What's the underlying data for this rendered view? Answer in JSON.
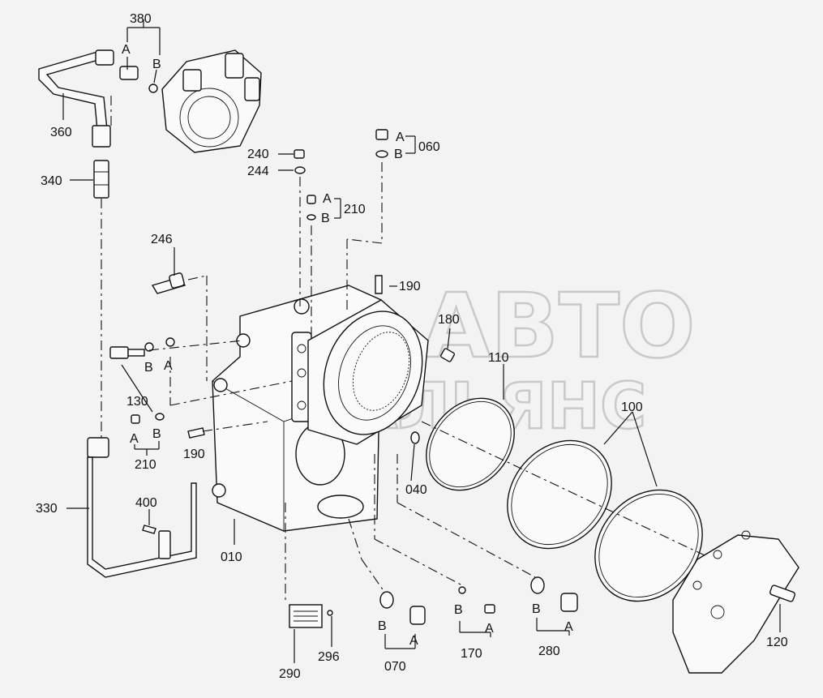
{
  "watermark": {
    "line1": "АВТО",
    "line2": "АЛЬЯНС"
  },
  "labels": {
    "p380": "380",
    "p360": "360",
    "p340": "340",
    "p330": "330",
    "p400": "400",
    "p010": "010",
    "p290": "290",
    "p296": "296",
    "p070": "070",
    "p170": "170",
    "p280": "280",
    "p120": "120",
    "p100": "100",
    "p110": "110",
    "p040": "040",
    "p180": "180",
    "p190a": "190",
    "p190b": "190",
    "p060": "060",
    "p240": "240",
    "p244": "244",
    "p210a": "210",
    "p210b": "210",
    "p246": "246",
    "p130": "130"
  },
  "letters": {
    "a": "A",
    "b": "B"
  }
}
